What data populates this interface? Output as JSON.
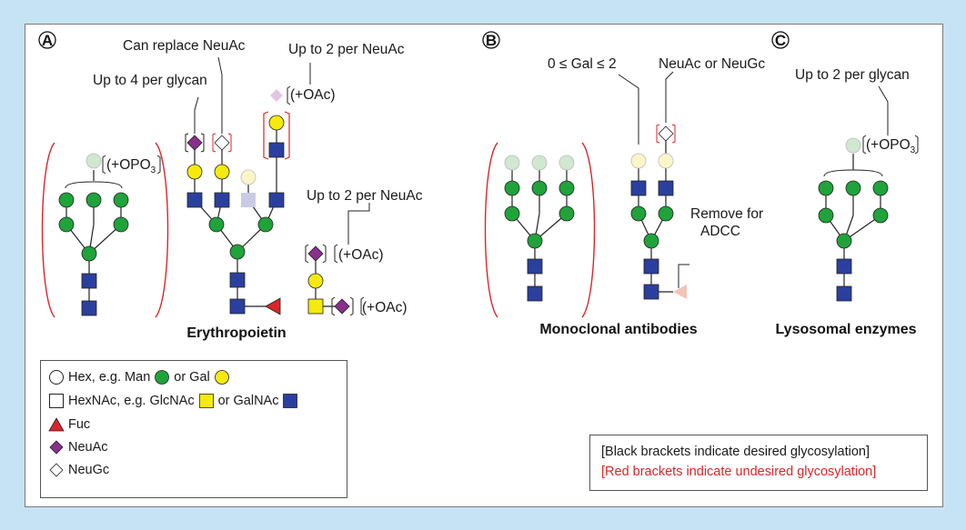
{
  "panels": {
    "a": "A",
    "b": "B",
    "c": "C"
  },
  "labels": {
    "erythropoietin": "Erythropoietin",
    "antibodies": "Monoclonal antibodies",
    "lysosomal": "Lysosomal enzymes"
  },
  "annotations": {
    "opo3": "(+OPO",
    "opo3_sub": "3",
    "up_to_4": "Up to 4 per glycan",
    "can_replace": "Can replace NeuAc",
    "up_to_2_neuac_top": "Up to 2 per NeuAc",
    "oac": "(+OAc)",
    "up_to_2_neuac_right": "Up to 2 per NeuAc",
    "gal_range": "0 ≤ Gal ≤ 2",
    "neuac_or_neugc": "NeuAc or NeuGc",
    "remove_for": "Remove for",
    "adcc": "ADCC",
    "up_to_2_glycan": "Up to 2 per glycan"
  },
  "legend": {
    "hex": "Hex, e.g. Man",
    "or_gal": "or Gal",
    "hexnac": "HexNAc, e.g. GlcNAc",
    "or_galnac": "or GalNAc",
    "fuc": "Fuc",
    "neuac": "NeuAc",
    "neugc": "NeuGc"
  },
  "note": {
    "black": "[Black brackets indicate desired glycosylation]",
    "red": "[Red brackets indicate undesired glycosylation]"
  },
  "colors": {
    "background": "#c6e3f4",
    "mannose_green": "#1fa33a",
    "galactose_yellow": "#f5e90e",
    "glcnac_blue": "#2b3f9e",
    "fucose_red": "#d9262a",
    "neuac_purple": "#8a2f8c",
    "red_bracket": "#d9262a"
  }
}
